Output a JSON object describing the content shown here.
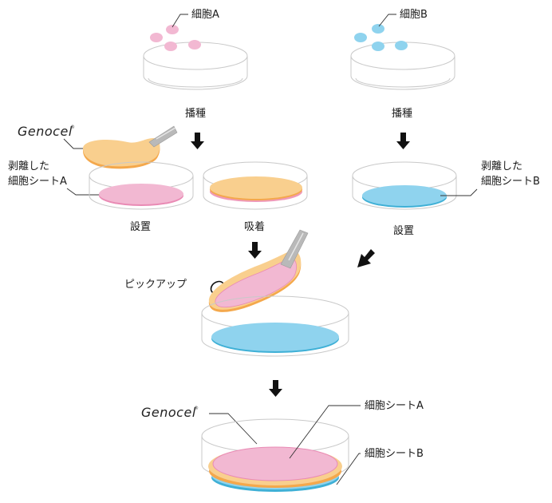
{
  "logo": {
    "text": "Genocel",
    "mark": "®"
  },
  "top_left": {
    "cell_label": "細胞A",
    "step": "播種"
  },
  "top_right": {
    "cell_label": "細胞B",
    "step": "播種"
  },
  "peeled_sheet_a": {
    "line1": "剥離した",
    "line2": "細胞シートA"
  },
  "middle_left": {
    "step": "設置"
  },
  "middle_center": {
    "step": "吸着"
  },
  "middle_right": {
    "line1": "剥離した",
    "line2": "細胞シートB",
    "step": "設置"
  },
  "pickup": {
    "label": "ピックアップ"
  },
  "bottom": {
    "label_a": "細胞シートA",
    "label_b": "細胞シートB"
  },
  "colors": {
    "cell_a_pink": "#f2b8d2",
    "cell_b_blue": "#8fd3ee",
    "genocel_orange": "#f9cf8e",
    "dish_outline": "#c9c9c9"
  }
}
